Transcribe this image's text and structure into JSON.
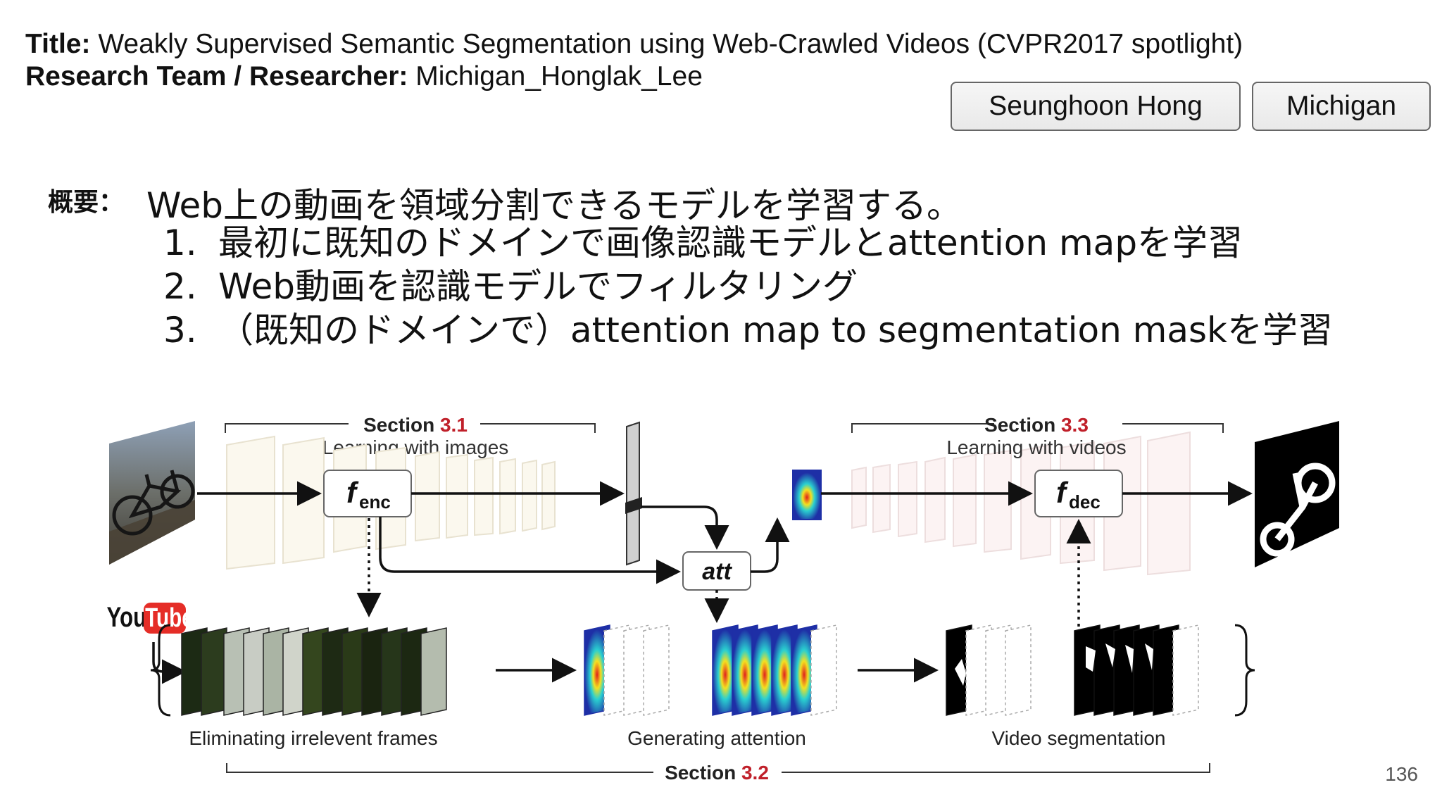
{
  "header": {
    "title_label": "Title:",
    "title": "Weakly Supervised Semantic Segmentation using Web-Crawled Videos (CVPR2017 spotlight)",
    "team_label": "Research Team / Researcher:",
    "team": "Michigan_Honglak_Lee"
  },
  "tags": [
    "Seunghoon Hong",
    "Michigan"
  ],
  "summary": {
    "label": "概要：",
    "main": "Web上の動画を領域分割できるモデルを学習する。",
    "steps": [
      {
        "num": "1.",
        "text": "最初に既知のドメインで画像認識モデルとattention mapを学習"
      },
      {
        "num": "2.",
        "text": "Web動画を認識モデルでフィルタリング"
      },
      {
        "num": "3.",
        "text": "（既知のドメインで）attention map to segmentation maskを学習"
      }
    ]
  },
  "figure": {
    "section31_prefix": "Section ",
    "section31_num": "3.1",
    "section31_caption": "Learning with images",
    "section33_prefix": "Section ",
    "section33_num": "3.3",
    "section33_caption": "Learning with videos",
    "section32_prefix": "Section ",
    "section32_num": "3.2",
    "fenc": "f",
    "fenc_sub": "enc",
    "fdec": "f",
    "fdec_sub": "dec",
    "att": "att",
    "youtube_you": "You",
    "youtube_tube": "Tube",
    "caption_eliminating": "Eliminating irrelevent frames",
    "caption_generating": "Generating attention",
    "caption_video": "Video segmentation",
    "accent_color": "#c0202a",
    "youtube_red": "#e52d27"
  },
  "page_number": "136"
}
